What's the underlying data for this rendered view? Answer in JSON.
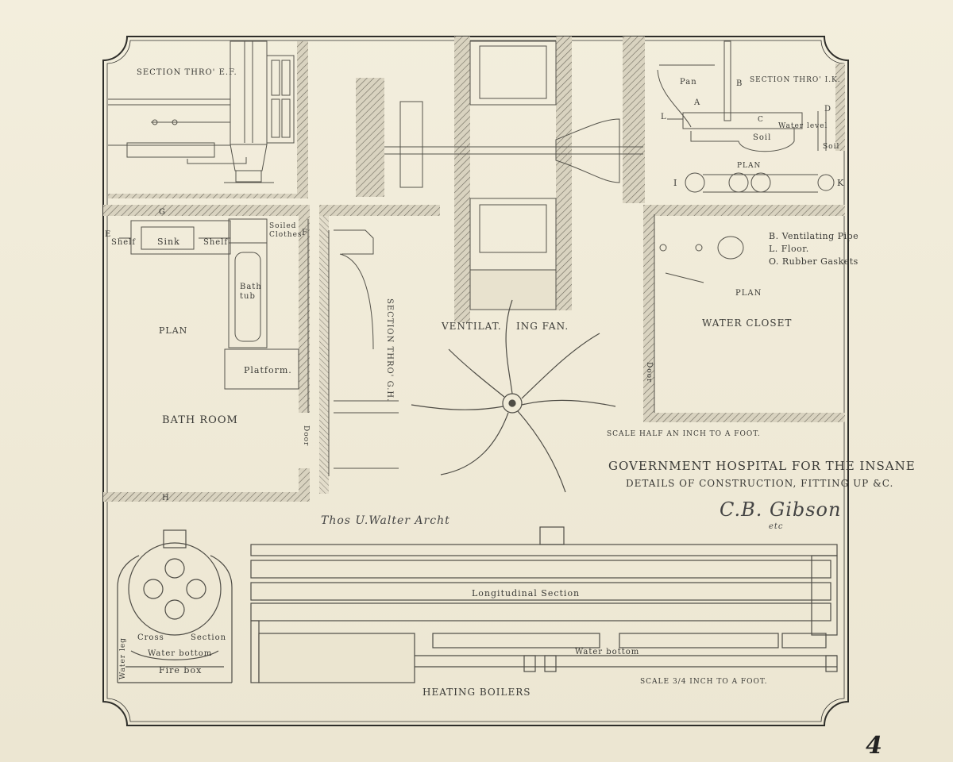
{
  "sheet": {
    "page_number": "4",
    "title_line1": "GOVERNMENT HOSPITAL FOR THE INSANE",
    "title_line2": "DETAILS OF CONSTRUCTION, FITTING UP &C.",
    "architect_signature": "Thos U.Walter Archt",
    "approval_signature": "C.B. Gibson",
    "approval_sub": "etc"
  },
  "section_ef": {
    "title": "SECTION THRO' E.F."
  },
  "bath_room": {
    "title": "BATH ROOM",
    "plan": "PLAN",
    "shelf_left": "Shelf",
    "sink": "Sink",
    "shelf_right": "Shelf",
    "soiled_clothes": "Soiled Clothes",
    "bath_tub": "Bath tub",
    "platform": "Platform.",
    "door": "Door",
    "mark_e": "E",
    "mark_f": "F",
    "mark_g": "G",
    "mark_h": "H"
  },
  "section_gh": {
    "title": "SECTION THRO' G.H."
  },
  "fan": {
    "title_a": "VENTILAT.",
    "title_b": "ING FAN."
  },
  "section_ik": {
    "title": "SECTION THRO' I.K.",
    "pan": "Pan",
    "soil": "Soil",
    "soil2": "Soil",
    "water_level": "Water level",
    "mark_a": "A",
    "mark_b": "B",
    "mark_c": "C",
    "mark_d": "D",
    "mark_l": "L",
    "plan": "PLAN",
    "mark_i": "I",
    "mark_k": "K"
  },
  "water_closet": {
    "plan": "PLAN",
    "title": "WATER CLOSET",
    "door": "Door",
    "legend": [
      "B. Ventilating Pipe",
      "L. Floor.",
      "O. Rubber Gaskets"
    ]
  },
  "scales": {
    "half_inch": "SCALE HALF AN INCH TO A FOOT.",
    "three_quarter": "SCALE 3/4 INCH TO A FOOT."
  },
  "boilers": {
    "title": "HEATING BOILERS",
    "longitudinal": "Longitudinal Section",
    "water_bottom": "Water bottom",
    "cross": "Cross",
    "section": "Section",
    "water_bottom2": "Water bottom",
    "fire_box": "Fire box",
    "water_leg": "Water leg"
  }
}
